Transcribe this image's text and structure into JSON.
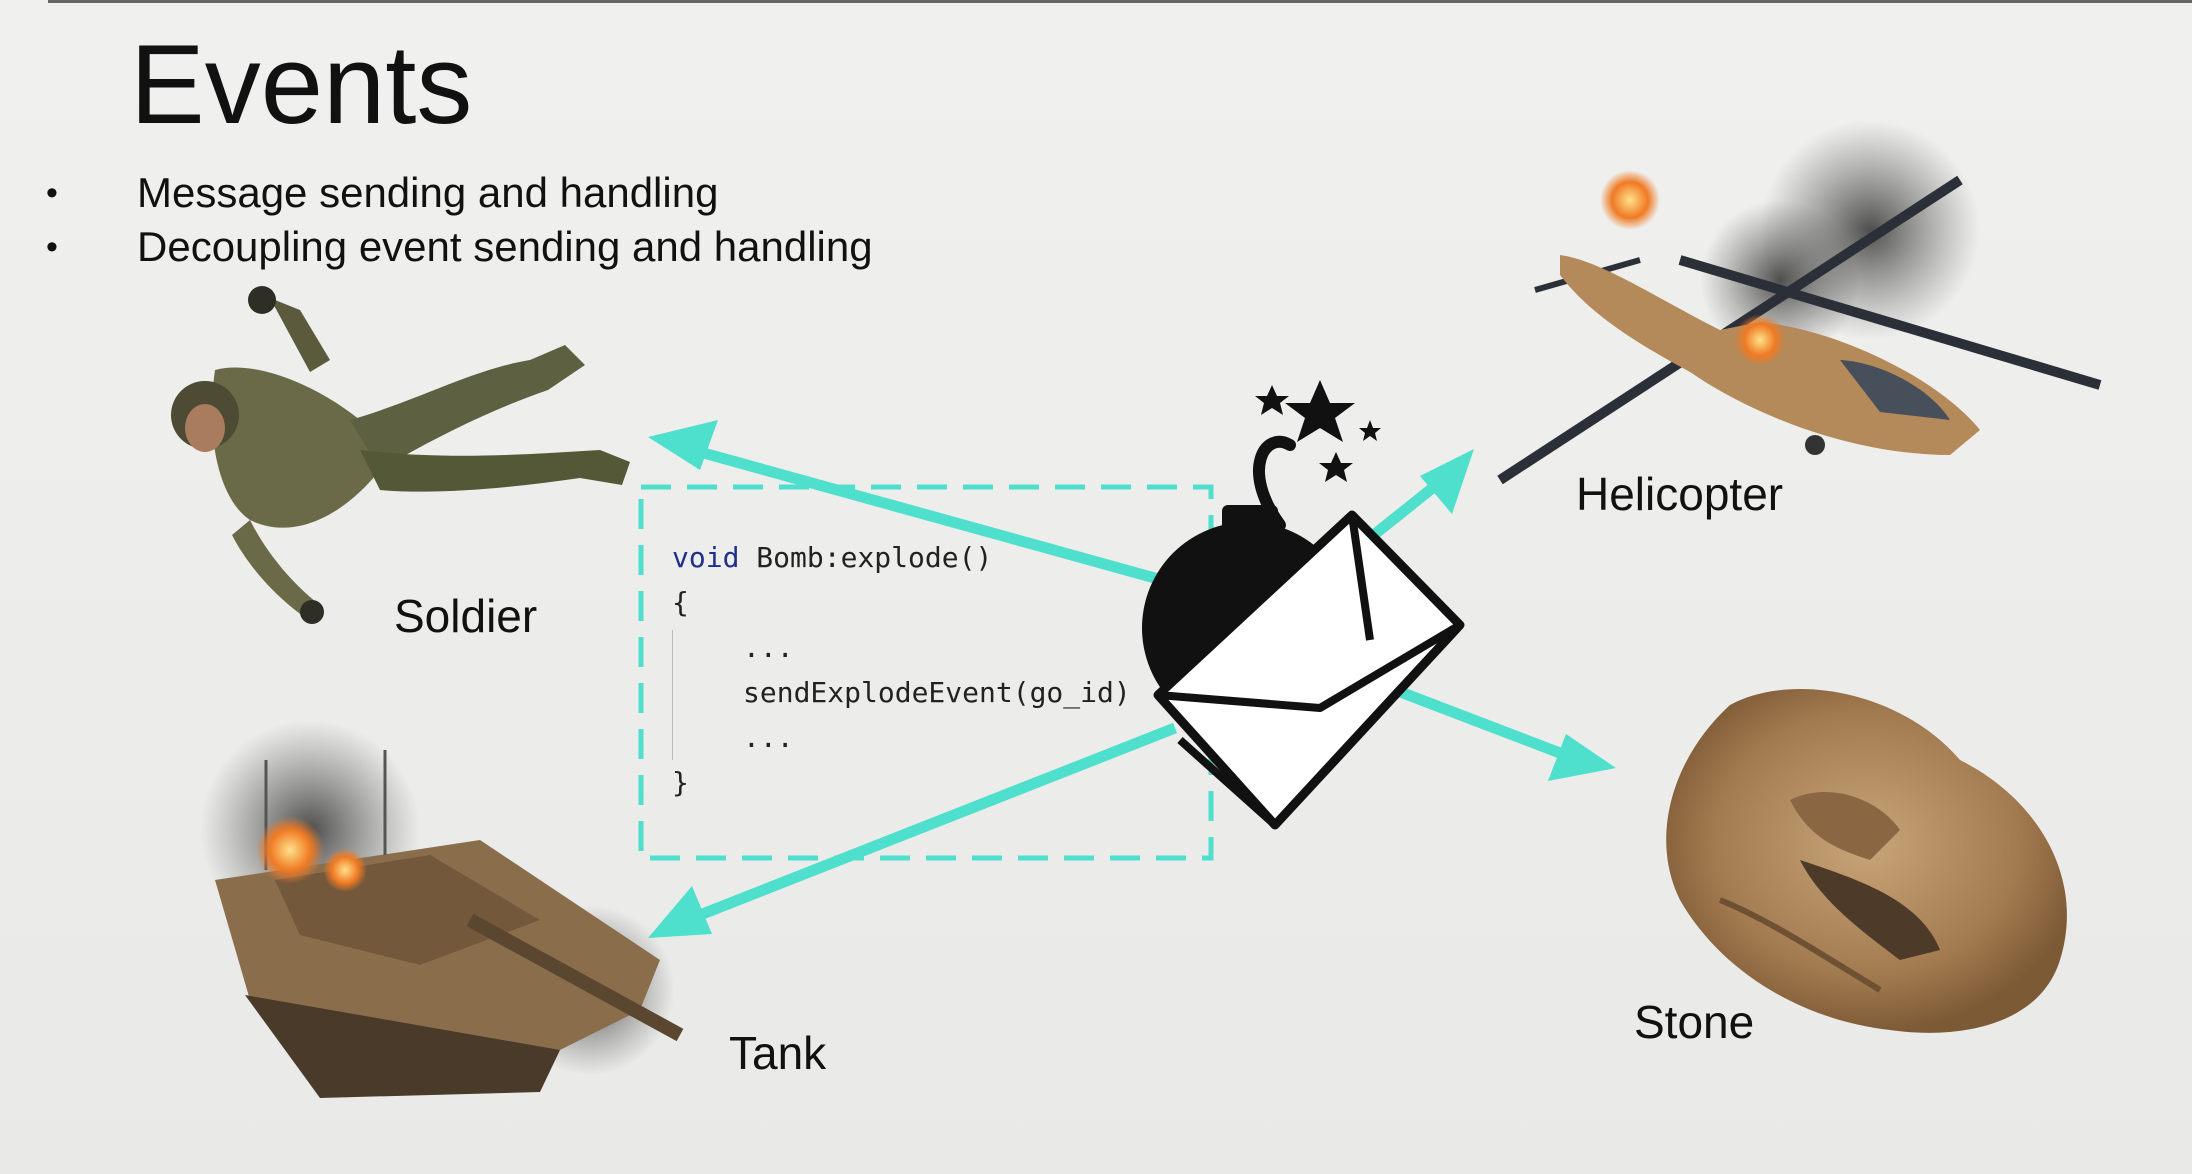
{
  "slide": {
    "title": "Events",
    "bullets": [
      "Message sending and handling",
      "Decoupling event sending and handling"
    ]
  },
  "code": {
    "signature_keyword": "void",
    "signature_rest": " Bomb:explode()",
    "open_brace": "{",
    "ellipsis_1": "...",
    "call": "sendExplodeEvent(go_id)",
    "ellipsis_2": "...",
    "close_brace": "}"
  },
  "receivers": {
    "soldier": "Soldier",
    "helicopter": "Helicopter",
    "tank": "Tank",
    "stone": "Stone"
  },
  "colors": {
    "arrow": "#4fdfcd",
    "dashed_box": "#4fdfcd",
    "keyword": "#1f2f8c",
    "bomb": "#111111"
  },
  "icons": [
    "bomb-envelope-icon",
    "soldier-image",
    "helicopter-image",
    "tank-image",
    "stone-image"
  ]
}
